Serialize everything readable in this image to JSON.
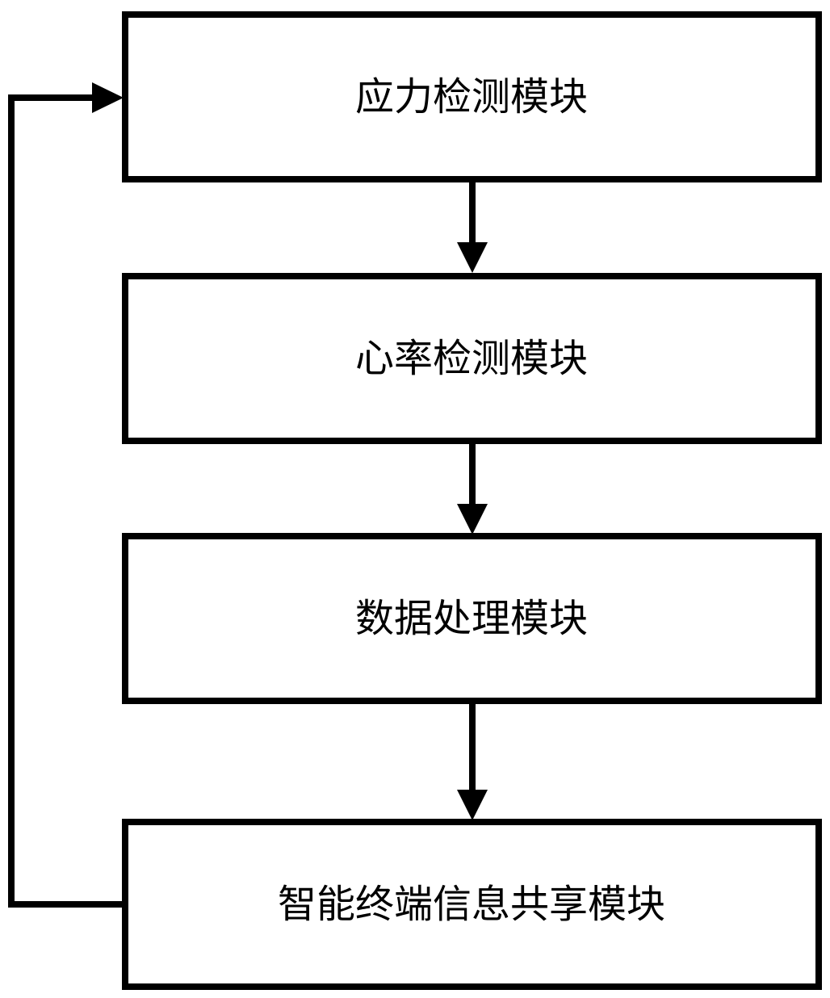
{
  "diagram": {
    "type": "flowchart",
    "nodes": [
      {
        "id": "stress",
        "label": "应力检测模块"
      },
      {
        "id": "heart",
        "label": "心率检测模块"
      },
      {
        "id": "process",
        "label": "数据处理模块"
      },
      {
        "id": "share",
        "label": "智能终端信息共享模块"
      }
    ],
    "edges": [
      {
        "from": "stress",
        "to": "heart"
      },
      {
        "from": "heart",
        "to": "process"
      },
      {
        "from": "process",
        "to": "share"
      },
      {
        "from": "share",
        "to": "stress"
      }
    ],
    "colors": {
      "stroke": "#000000",
      "fill": "#ffffff"
    }
  }
}
